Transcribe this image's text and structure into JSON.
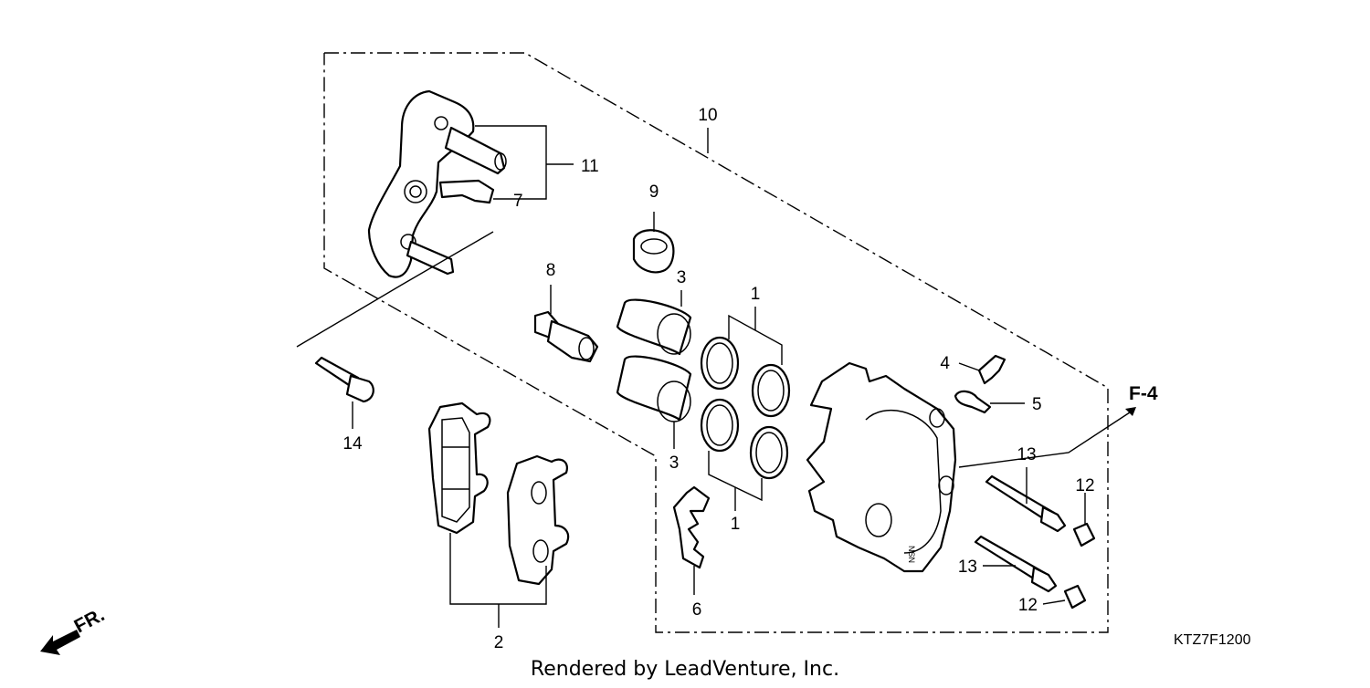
{
  "diagram": {
    "callouts": {
      "c1a": "1",
      "c1b": "1",
      "c2": "2",
      "c3a": "3",
      "c3b": "3",
      "c4": "4",
      "c5": "5",
      "c6": "6",
      "c7": "7",
      "c8": "8",
      "c9": "9",
      "c10": "10",
      "c11": "11",
      "c12a": "12",
      "c12b": "12",
      "c13a": "13",
      "c13b": "13",
      "c14": "14"
    },
    "reference": "F-4",
    "direction_label": "FR.",
    "diagram_code": "KTZ7F1200",
    "credit": "Rendered by LeadVenture, Inc."
  }
}
